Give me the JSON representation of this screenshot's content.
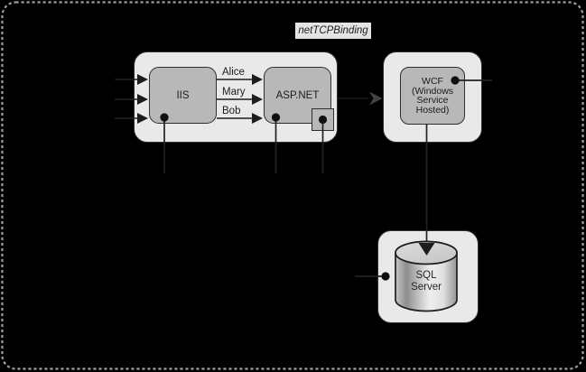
{
  "binding_label": {
    "text": "netTCPBinding",
    "bg": "#e4e4e4"
  },
  "web_host": {
    "iis_label": "IIS",
    "aspnet_label": "ASP.NET",
    "request_labels": [
      "Alice",
      "Mary",
      "Bob"
    ]
  },
  "service_host": {
    "wcf_label": "WCF\n(Windows\nService\nHosted)"
  },
  "database": {
    "sql_label": "SQL\nServer"
  },
  "icons": {
    "chevron": "right-chevron-arrow",
    "request_arrows": "right-arrow",
    "down_arrow": "down-arrow",
    "dots": "connection-point-dot",
    "cylinder": "database-cylinder"
  },
  "colors": {
    "background": "#000000",
    "dashed_border": "#9c9c9c",
    "panel_fill": "#e9e9e9",
    "node_fill": "#b8b8b8",
    "border": "#2e2e2e",
    "connector": "#222222",
    "text": "#1b1b1b"
  }
}
